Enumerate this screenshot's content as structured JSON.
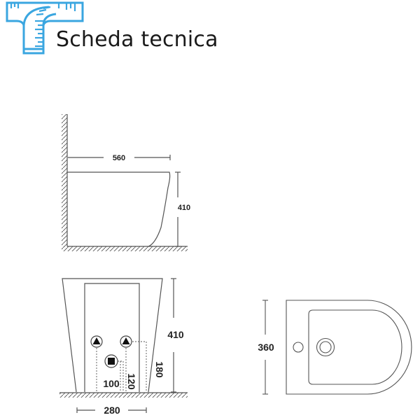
{
  "header": {
    "logo_icon": "t-square-ruler-icon",
    "title": "Scheda tecnica",
    "accent_color": "#3aa6e0"
  },
  "side_view": {
    "depth_label": "560",
    "height_label": "410"
  },
  "front_view": {
    "height_label": "410",
    "inlet_height_label": "180",
    "drain_height_label": "120",
    "drain_offset_label": "100",
    "width_label": "280",
    "connections": [
      "water-inlet-icon",
      "water-inlet-icon",
      "drain-outlet-icon"
    ]
  },
  "top_view": {
    "width_label": "360"
  },
  "colors": {
    "line": "#555555",
    "text": "#222222",
    "logo": "#3aa6e0"
  }
}
